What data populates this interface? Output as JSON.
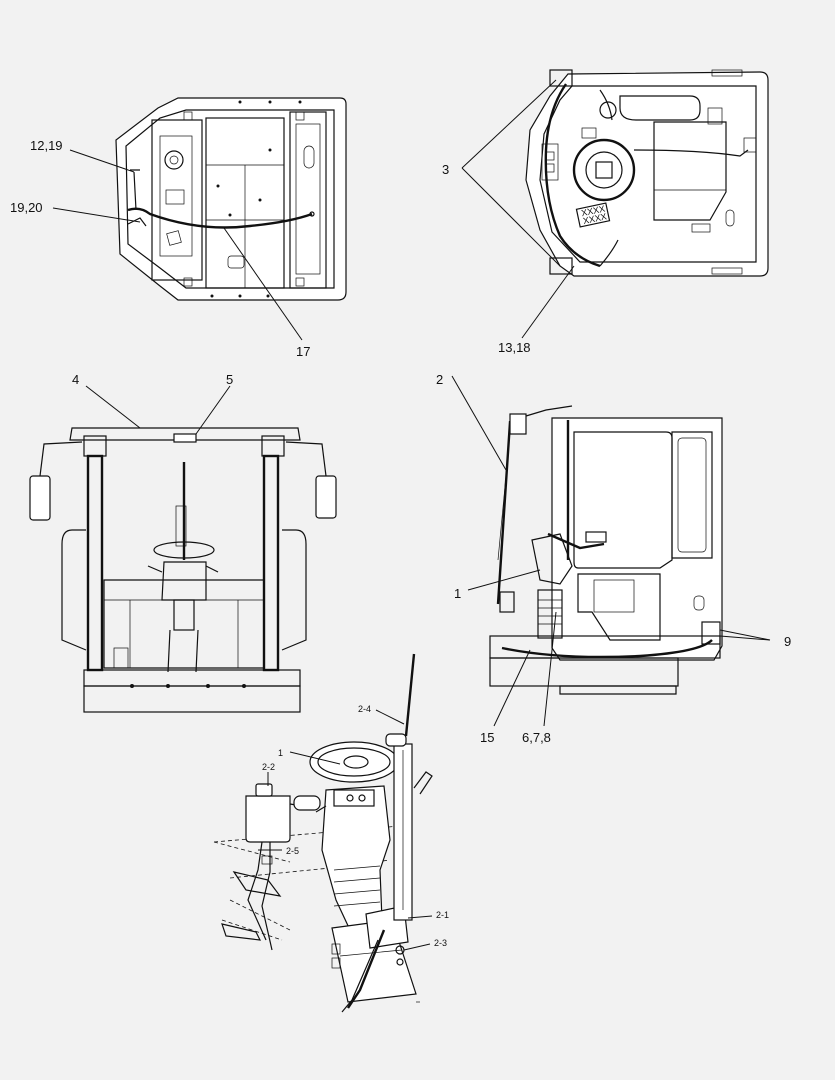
{
  "colors": {
    "background": "#f2f2f2",
    "line": "#111111",
    "fill": "#ffffff"
  },
  "callouts": {
    "top_left": {
      "c12_19": "12,19",
      "c19_20": "19,20",
      "c17": "17"
    },
    "top_right": {
      "c3": "3",
      "c13_18": "13,18"
    },
    "front_view": {
      "c4": "4",
      "c5": "5"
    },
    "side_view": {
      "c2": "2",
      "c1": "1",
      "c9": "9",
      "c15": "15",
      "c6_7_8": "6,7,8"
    },
    "detail": {
      "c2_4": "2-4",
      "c1": "1",
      "c2_2": "2-2",
      "c2_5": "2-5",
      "c2_1": "2-1",
      "c2_3": "2-3"
    }
  },
  "panel_labels": {
    "tank_label_1": "XXXX",
    "tank_label_2": "XXXX"
  }
}
